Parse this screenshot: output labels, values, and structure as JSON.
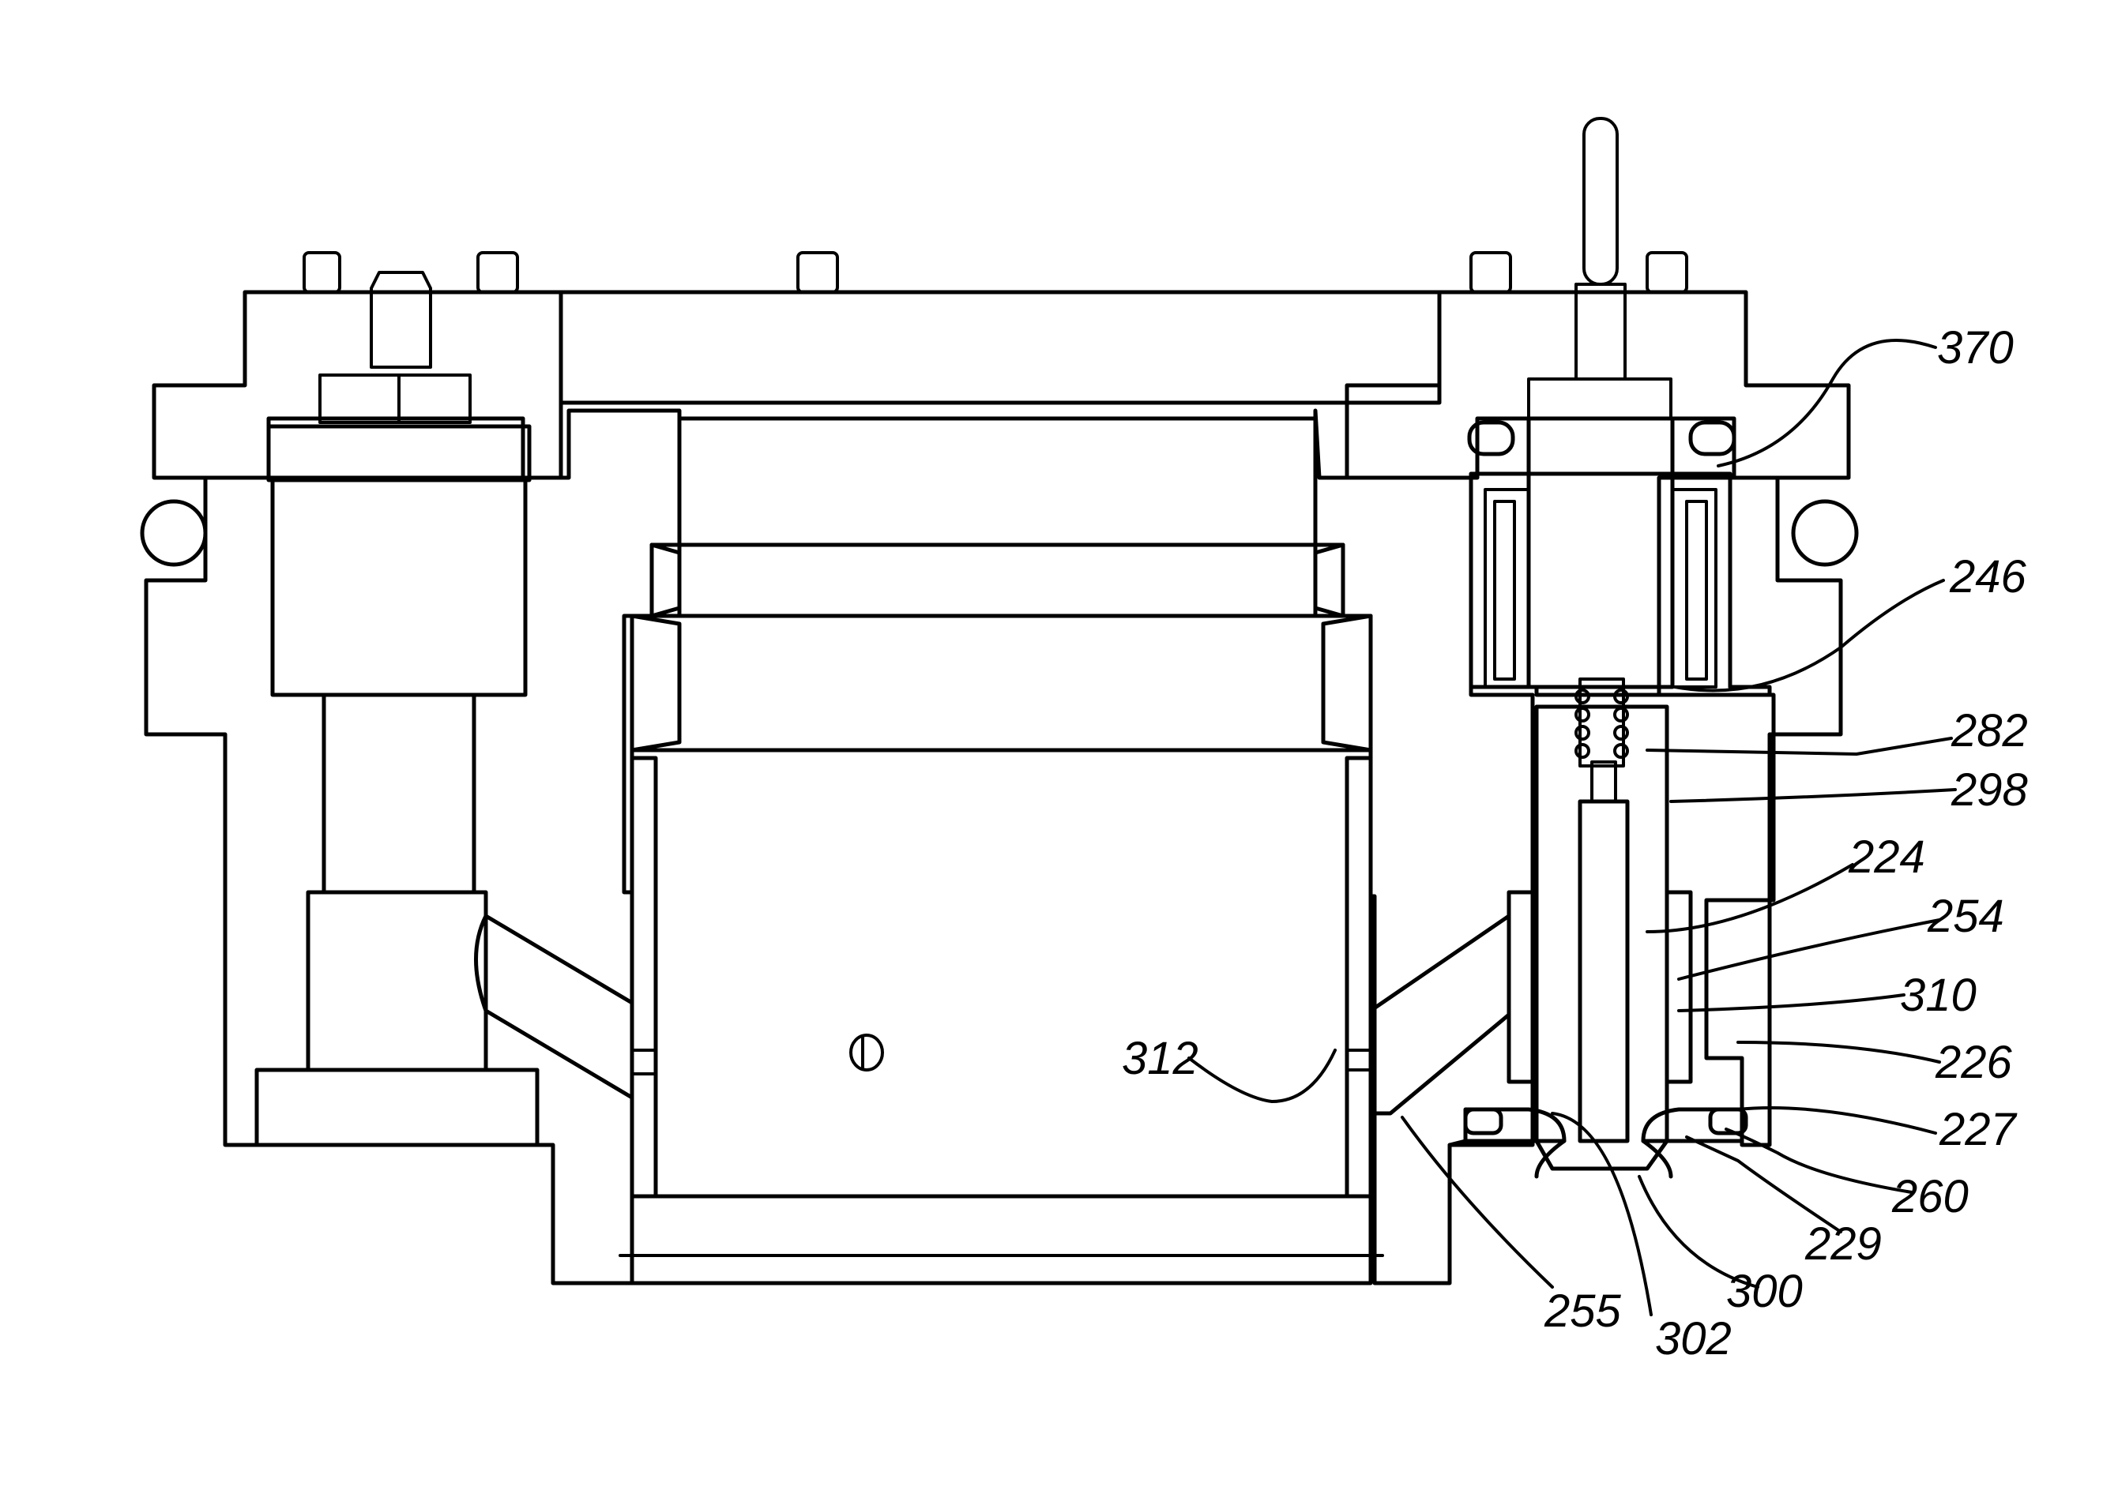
{
  "figure": {
    "labels": [
      {
        "id": "370",
        "text": "370"
      },
      {
        "id": "246",
        "text": "246"
      },
      {
        "id": "282",
        "text": "282"
      },
      {
        "id": "298",
        "text": "298"
      },
      {
        "id": "224",
        "text": "224"
      },
      {
        "id": "254",
        "text": "254"
      },
      {
        "id": "310",
        "text": "310"
      },
      {
        "id": "226",
        "text": "226"
      },
      {
        "id": "227",
        "text": "227"
      },
      {
        "id": "260",
        "text": "260"
      },
      {
        "id": "229",
        "text": "229"
      },
      {
        "id": "300",
        "text": "300"
      },
      {
        "id": "302",
        "text": "302"
      },
      {
        "id": "255",
        "text": "255"
      },
      {
        "id": "312",
        "text": "312"
      }
    ]
  }
}
